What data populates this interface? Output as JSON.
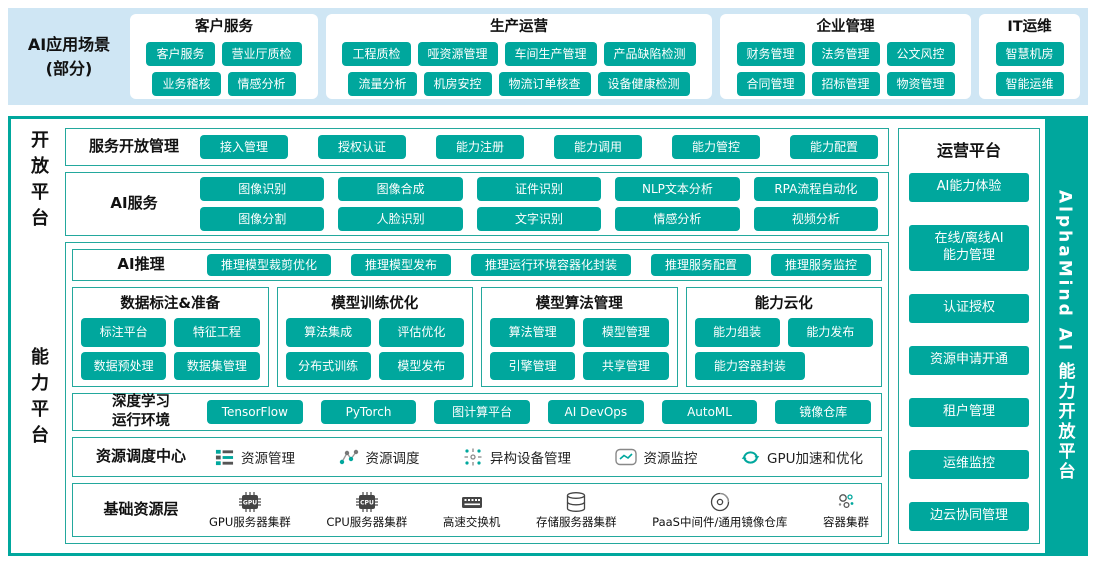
{
  "colors": {
    "accent_teal": "#00a79d",
    "band_blue": "#cfe6f4",
    "chip_text": "#ffffff"
  },
  "top_band": {
    "label": "AI应用场景\n(部分)",
    "groups": [
      {
        "title": "客户服务",
        "rows": [
          [
            "客户服务",
            "营业厅质检"
          ],
          [
            "业务稽核",
            "情感分析"
          ]
        ]
      },
      {
        "title": "生产运营",
        "rows": [
          [
            "工程质检",
            "哑资源管理",
            "车间生产管理",
            "产品缺陷检测"
          ],
          [
            "流量分析",
            "机房安控",
            "物流订单核查",
            "设备健康检测"
          ]
        ]
      },
      {
        "title": "企业管理",
        "rows": [
          [
            "财务管理",
            "法务管理",
            "公文风控"
          ],
          [
            "合同管理",
            "招标管理",
            "物资管理"
          ]
        ]
      },
      {
        "title": "IT运维",
        "rows": [
          [
            "智慧机房"
          ],
          [
            "智能运维"
          ]
        ]
      }
    ]
  },
  "open_platform": {
    "side_label": "开放平台",
    "service_management": {
      "label": "服务开放管理",
      "items": [
        "接入管理",
        "授权认证",
        "能力注册",
        "能力调用",
        "能力管控",
        "能力配置"
      ]
    },
    "ai_services": {
      "label": "AI服务",
      "rows": [
        [
          "图像识别",
          "图像合成",
          "证件识别",
          "NLP文本分析",
          "RPA流程自动化"
        ],
        [
          "图像分割",
          "人脸识别",
          "文字识别",
          "情感分析",
          "视频分析"
        ]
      ]
    }
  },
  "capability_platform": {
    "side_label": "能力平台",
    "ai_inference": {
      "label": "AI推理",
      "items": [
        "推理模型裁剪优化",
        "推理模型发布",
        "推理运行环境容器化封装",
        "推理服务配置",
        "推理服务监控"
      ]
    },
    "sub_boxes": [
      {
        "title": "数据标注&准备",
        "rows": [
          [
            "标注平台",
            "特征工程"
          ],
          [
            "数据预处理",
            "数据集管理"
          ]
        ]
      },
      {
        "title": "模型训练优化",
        "rows": [
          [
            "算法集成",
            "评估优化"
          ],
          [
            "分布式训练",
            "模型发布"
          ]
        ]
      },
      {
        "title": "模型算法管理",
        "rows": [
          [
            "算法管理",
            "模型管理"
          ],
          [
            "引擎管理",
            "共享管理"
          ]
        ]
      },
      {
        "title": "能力云化",
        "rows": [
          [
            "能力组装",
            "能力发布"
          ],
          [
            "能力容器封装"
          ]
        ]
      }
    ],
    "dl_runtime": {
      "label": "深度学习\n运行环境",
      "items": [
        "TensorFlow",
        "PyTorch",
        "图计算平台",
        "AI DevOps",
        "AutoML",
        "镜像仓库"
      ]
    },
    "scheduler": {
      "label": "资源调度中心",
      "items": [
        {
          "icon": "resource-management-icon",
          "label": "资源管理"
        },
        {
          "icon": "resource-scheduling-icon",
          "label": "资源调度"
        },
        {
          "icon": "heterogeneous-device-management-icon",
          "label": "异构设备管理"
        },
        {
          "icon": "resource-monitoring-icon",
          "label": "资源监控"
        },
        {
          "icon": "gpu-acceleration-icon",
          "label": "GPU加速和优化"
        }
      ]
    },
    "base_layer": {
      "label": "基础资源层",
      "items": [
        {
          "icon": "gpu-server-cluster-icon",
          "label": "GPU服务器集群"
        },
        {
          "icon": "cpu-server-cluster-icon",
          "label": "CPU服务器集群"
        },
        {
          "icon": "high-speed-switch-icon",
          "label": "高速交换机"
        },
        {
          "icon": "storage-server-cluster-icon",
          "label": "存储服务器集群"
        },
        {
          "icon": "paas-middleware-image-repo-icon",
          "label": "PaaS中间件/通用镜像仓库"
        },
        {
          "icon": "container-cluster-icon",
          "label": "容器集群"
        }
      ]
    }
  },
  "ops_platform": {
    "title": "运营平台",
    "items": [
      "AI能力体验",
      "在线/离线AI\n能力管理",
      "认证授权",
      "资源申请开通",
      "租户管理",
      "运维监控",
      "边云协同管理"
    ]
  },
  "brand_bar": {
    "text": "AlphaMind AI 能力开放平台"
  }
}
